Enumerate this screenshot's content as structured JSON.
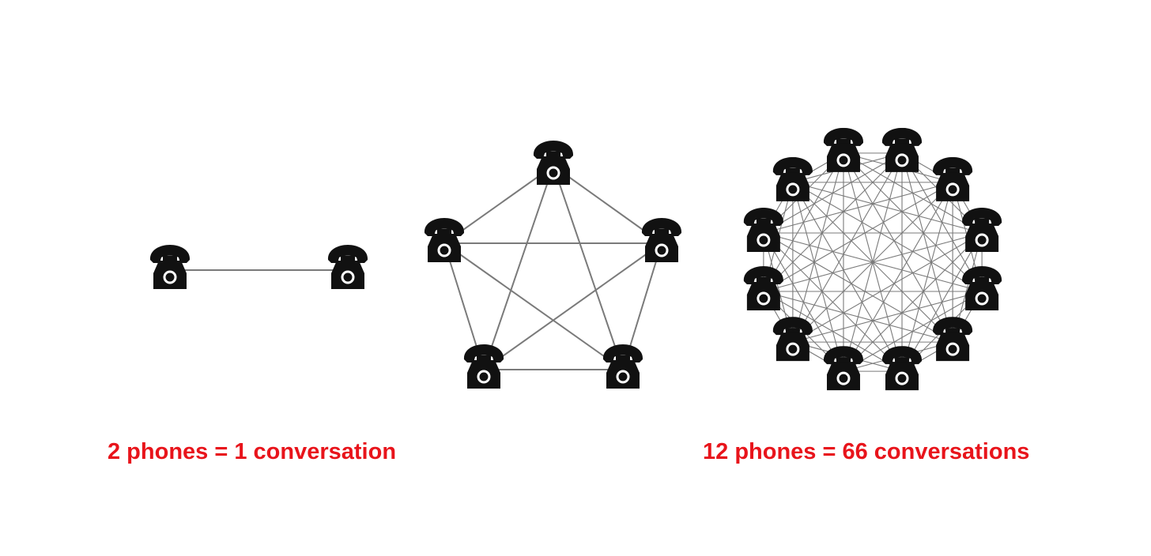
{
  "colors": {
    "background": "#ffffff",
    "caption": "#e8141b",
    "phone": "#111111",
    "line": "#7a7a7a"
  },
  "icons": {
    "node": "telephone-icon"
  },
  "captions": {
    "two_phones": "2 phones = 1 conversation",
    "twelve_phones": "12 phones = 66 conversations"
  },
  "networks": [
    {
      "name": "two-phone-network",
      "phones": 2,
      "connections": 1
    },
    {
      "name": "five-phone-network",
      "phones": 5,
      "connections": 10
    },
    {
      "name": "twelve-phone-network",
      "phones": 12,
      "connections": 66
    }
  ]
}
